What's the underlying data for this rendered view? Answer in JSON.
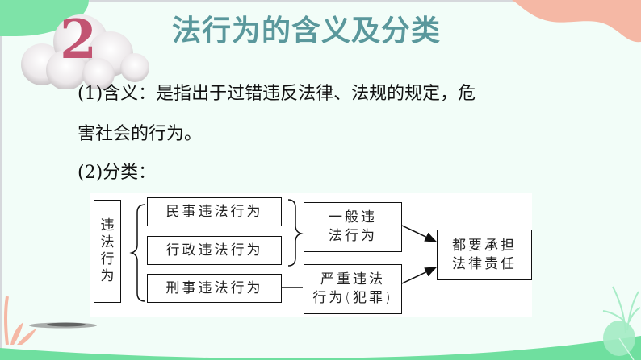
{
  "slide": {
    "section_number": "2",
    "title": "法行为的含义及分类",
    "paragraphs": [
      "(1)含义：是指出于过错违反法律、法规的规定，危",
      "害社会的行为。",
      "(2)分类："
    ]
  },
  "diagram": {
    "root": "违\n法\n行\n为",
    "types": [
      "民事违法行为",
      "行政违法行为",
      "刑事违法行为"
    ],
    "groups": [
      "一般违\n法行为",
      "严重违法\n行为(犯罪)"
    ],
    "result": "都要承担\n法律责任"
  },
  "colors": {
    "title": "#5a989c",
    "section_number": "#c25472",
    "background": "#f2fdf8",
    "green_accent": "#6fdf9f",
    "pink_accent": "#f5b8a5"
  },
  "decorations": [
    "cloud-icon",
    "palm-leaf-icon",
    "ink-brush-stroke",
    "pink-plant-icon"
  ]
}
